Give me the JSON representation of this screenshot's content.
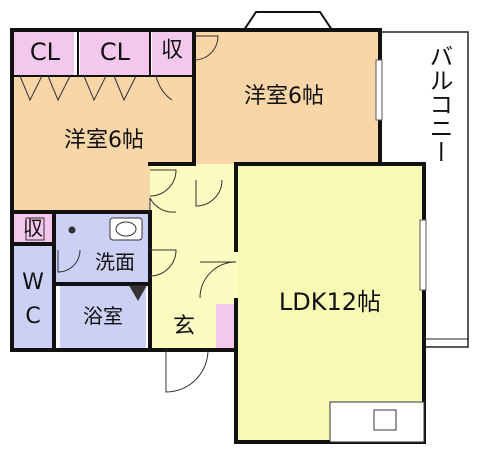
{
  "colors": {
    "wall": "#111111",
    "closet": "#f4c8ec",
    "bedroom": "#f9d6a8",
    "ldk": "#f9f9b6",
    "hall": "#fbfbc2",
    "wet": "#cbd0f4",
    "balcony": "#ffffff"
  },
  "rooms": {
    "closet_left": "CL",
    "closet_right": "CL",
    "storage_top": "収",
    "bedroom_left": "洋室6帖",
    "bedroom_right": "洋室6帖",
    "balcony": "バルコニー",
    "storage_left": "収",
    "washroom": "洗面",
    "wc_w": "W",
    "wc_c": "C",
    "bathroom": "浴室",
    "entrance": "玄",
    "ldk": "LDK12帖"
  }
}
